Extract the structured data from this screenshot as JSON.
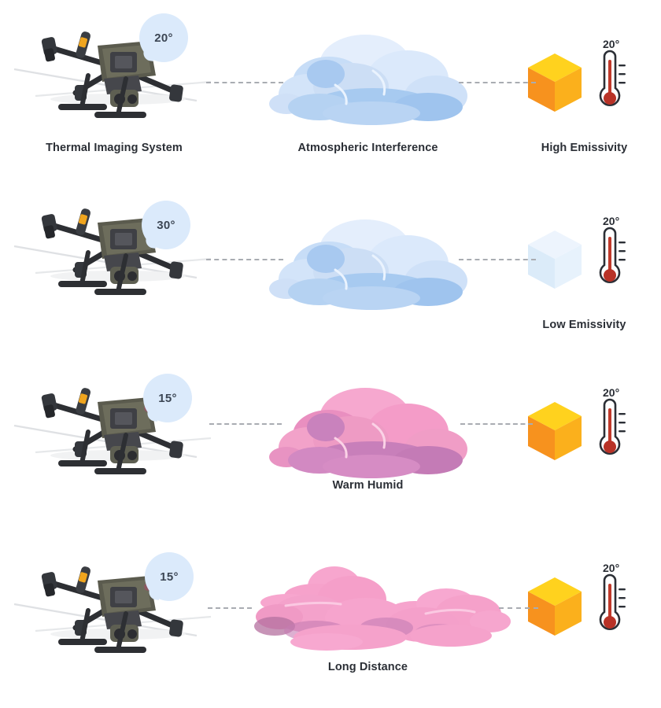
{
  "meta": {
    "background": "#ffffff",
    "accent_blue": "#dbeafb",
    "accent_orange": "#f7a11a",
    "accent_yellow": "#ffd21e",
    "accent_pink": "#f59bc5",
    "accent_purple": "#c07cb8",
    "text_color": "#2b2f36",
    "dash_color": "#a9acb2"
  },
  "rows": [
    {
      "id": "row-1",
      "drone": {
        "label": "Thermal Imaging System",
        "bubble_temp": "20°"
      },
      "cloud": {
        "label": "Atmospheric Interference",
        "kind": "cumulus",
        "palette": "blue"
      },
      "target": {
        "label": "High Emissivity",
        "cube": "opaque-orange",
        "thermometer_temp": "20°"
      }
    },
    {
      "id": "row-2",
      "drone": {
        "label": "",
        "bubble_temp": "30°"
      },
      "cloud": {
        "label": "",
        "kind": "cumulus",
        "palette": "blue"
      },
      "target": {
        "label": "Low Emissivity",
        "cube": "translucent-blue",
        "thermometer_temp": "20°"
      }
    },
    {
      "id": "row-3",
      "drone": {
        "label": "",
        "bubble_temp": "15°"
      },
      "cloud": {
        "label": "Warm Humid",
        "kind": "cumulus",
        "palette": "pink"
      },
      "target": {
        "label": "",
        "cube": "opaque-orange",
        "thermometer_temp": "20°"
      }
    },
    {
      "id": "row-4",
      "drone": {
        "label": "",
        "bubble_temp": "15°"
      },
      "cloud": {
        "label": "Long Distance",
        "kind": "stratus-wide",
        "palette": "pink"
      },
      "target": {
        "label": "",
        "cube": "opaque-orange",
        "thermometer_temp": "20°"
      }
    }
  ]
}
